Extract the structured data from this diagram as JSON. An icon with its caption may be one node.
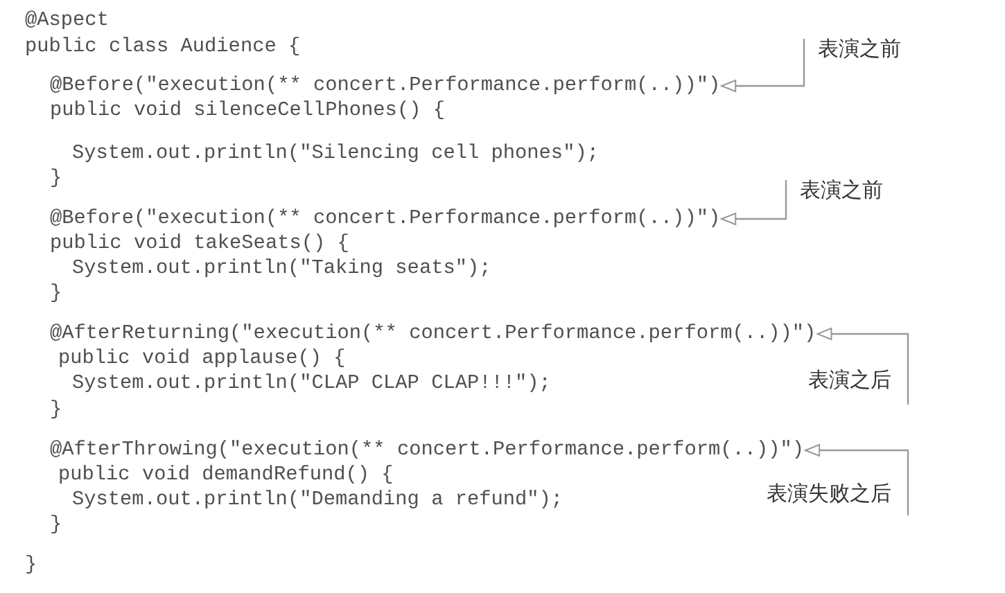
{
  "diagram": {
    "nodes": [
      {
        "text": [
          "表演之前"
        ]
      },
      {
        "text": [
          "@Before(\"execution(** concert.Performance.perform(..))\")"
        ]
      },
      {
        "text": [
          "表演之前"
        ]
      },
      {
        "text": [
          "@Before(\"execution(** concert.Performance.perform(..))\")"
        ]
      },
      {
        "text": [
          "@AfterReturning(\"execution(** concert.Performance.perform(..))\")"
        ]
      },
      {
        "text": [
          "表演之后"
        ]
      },
      {
        "text": [
          "@AfterThrowing(\"execution(** concert.Performance.perform(..))\")"
        ]
      },
      {
        "text": [
          "表演失败之后"
        ]
      }
    ],
    "edges": [
      {
        "from": 0,
        "to": 1,
        "arrow": "to"
      },
      {
        "from": 2,
        "to": 3,
        "arrow": "to"
      },
      {
        "from": 5,
        "to": 4,
        "arrow": "to"
      },
      {
        "from": 7,
        "to": 6,
        "arrow": "to"
      }
    ],
    "labels": [
      "@Aspect",
      "public class Audience {",
      "public void silenceCellPhones() {",
      "System.out.println(\"Silencing cell phones\");",
      "}",
      "public void takeSeats() {",
      "System.out.println(\"Taking seats\");",
      "}",
      "public void applause() {",
      "System.out.println(\"CLAP CLAP CLAP!!!\");",
      "}",
      "public void demandRefund() {",
      "System.out.println(\"Demanding a refund\");",
      "}",
      "}"
    ]
  }
}
